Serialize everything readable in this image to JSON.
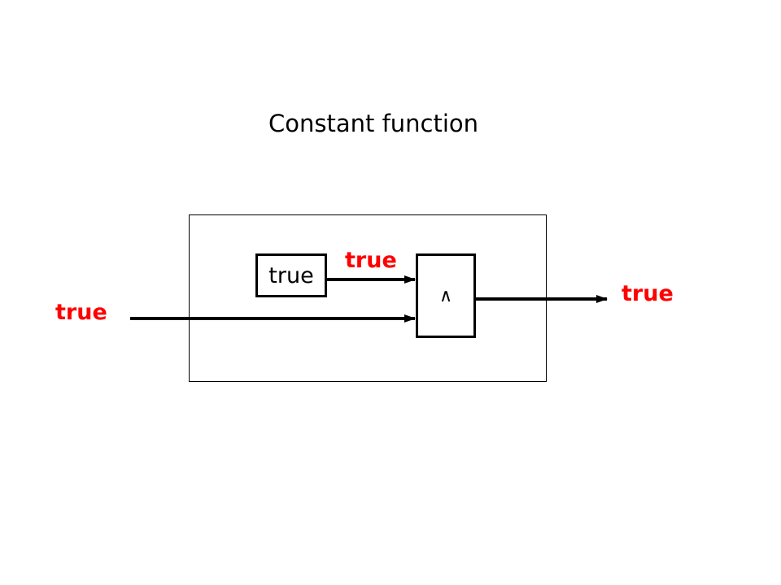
{
  "title": "Constant function",
  "input_label": "true",
  "constant_box_label": "true",
  "constant_output_label": "true",
  "gate_symbol": "∧",
  "output_label": "true",
  "colors": {
    "signal_label": "#ff0000",
    "lines": "#000000",
    "background": "#ffffff"
  }
}
